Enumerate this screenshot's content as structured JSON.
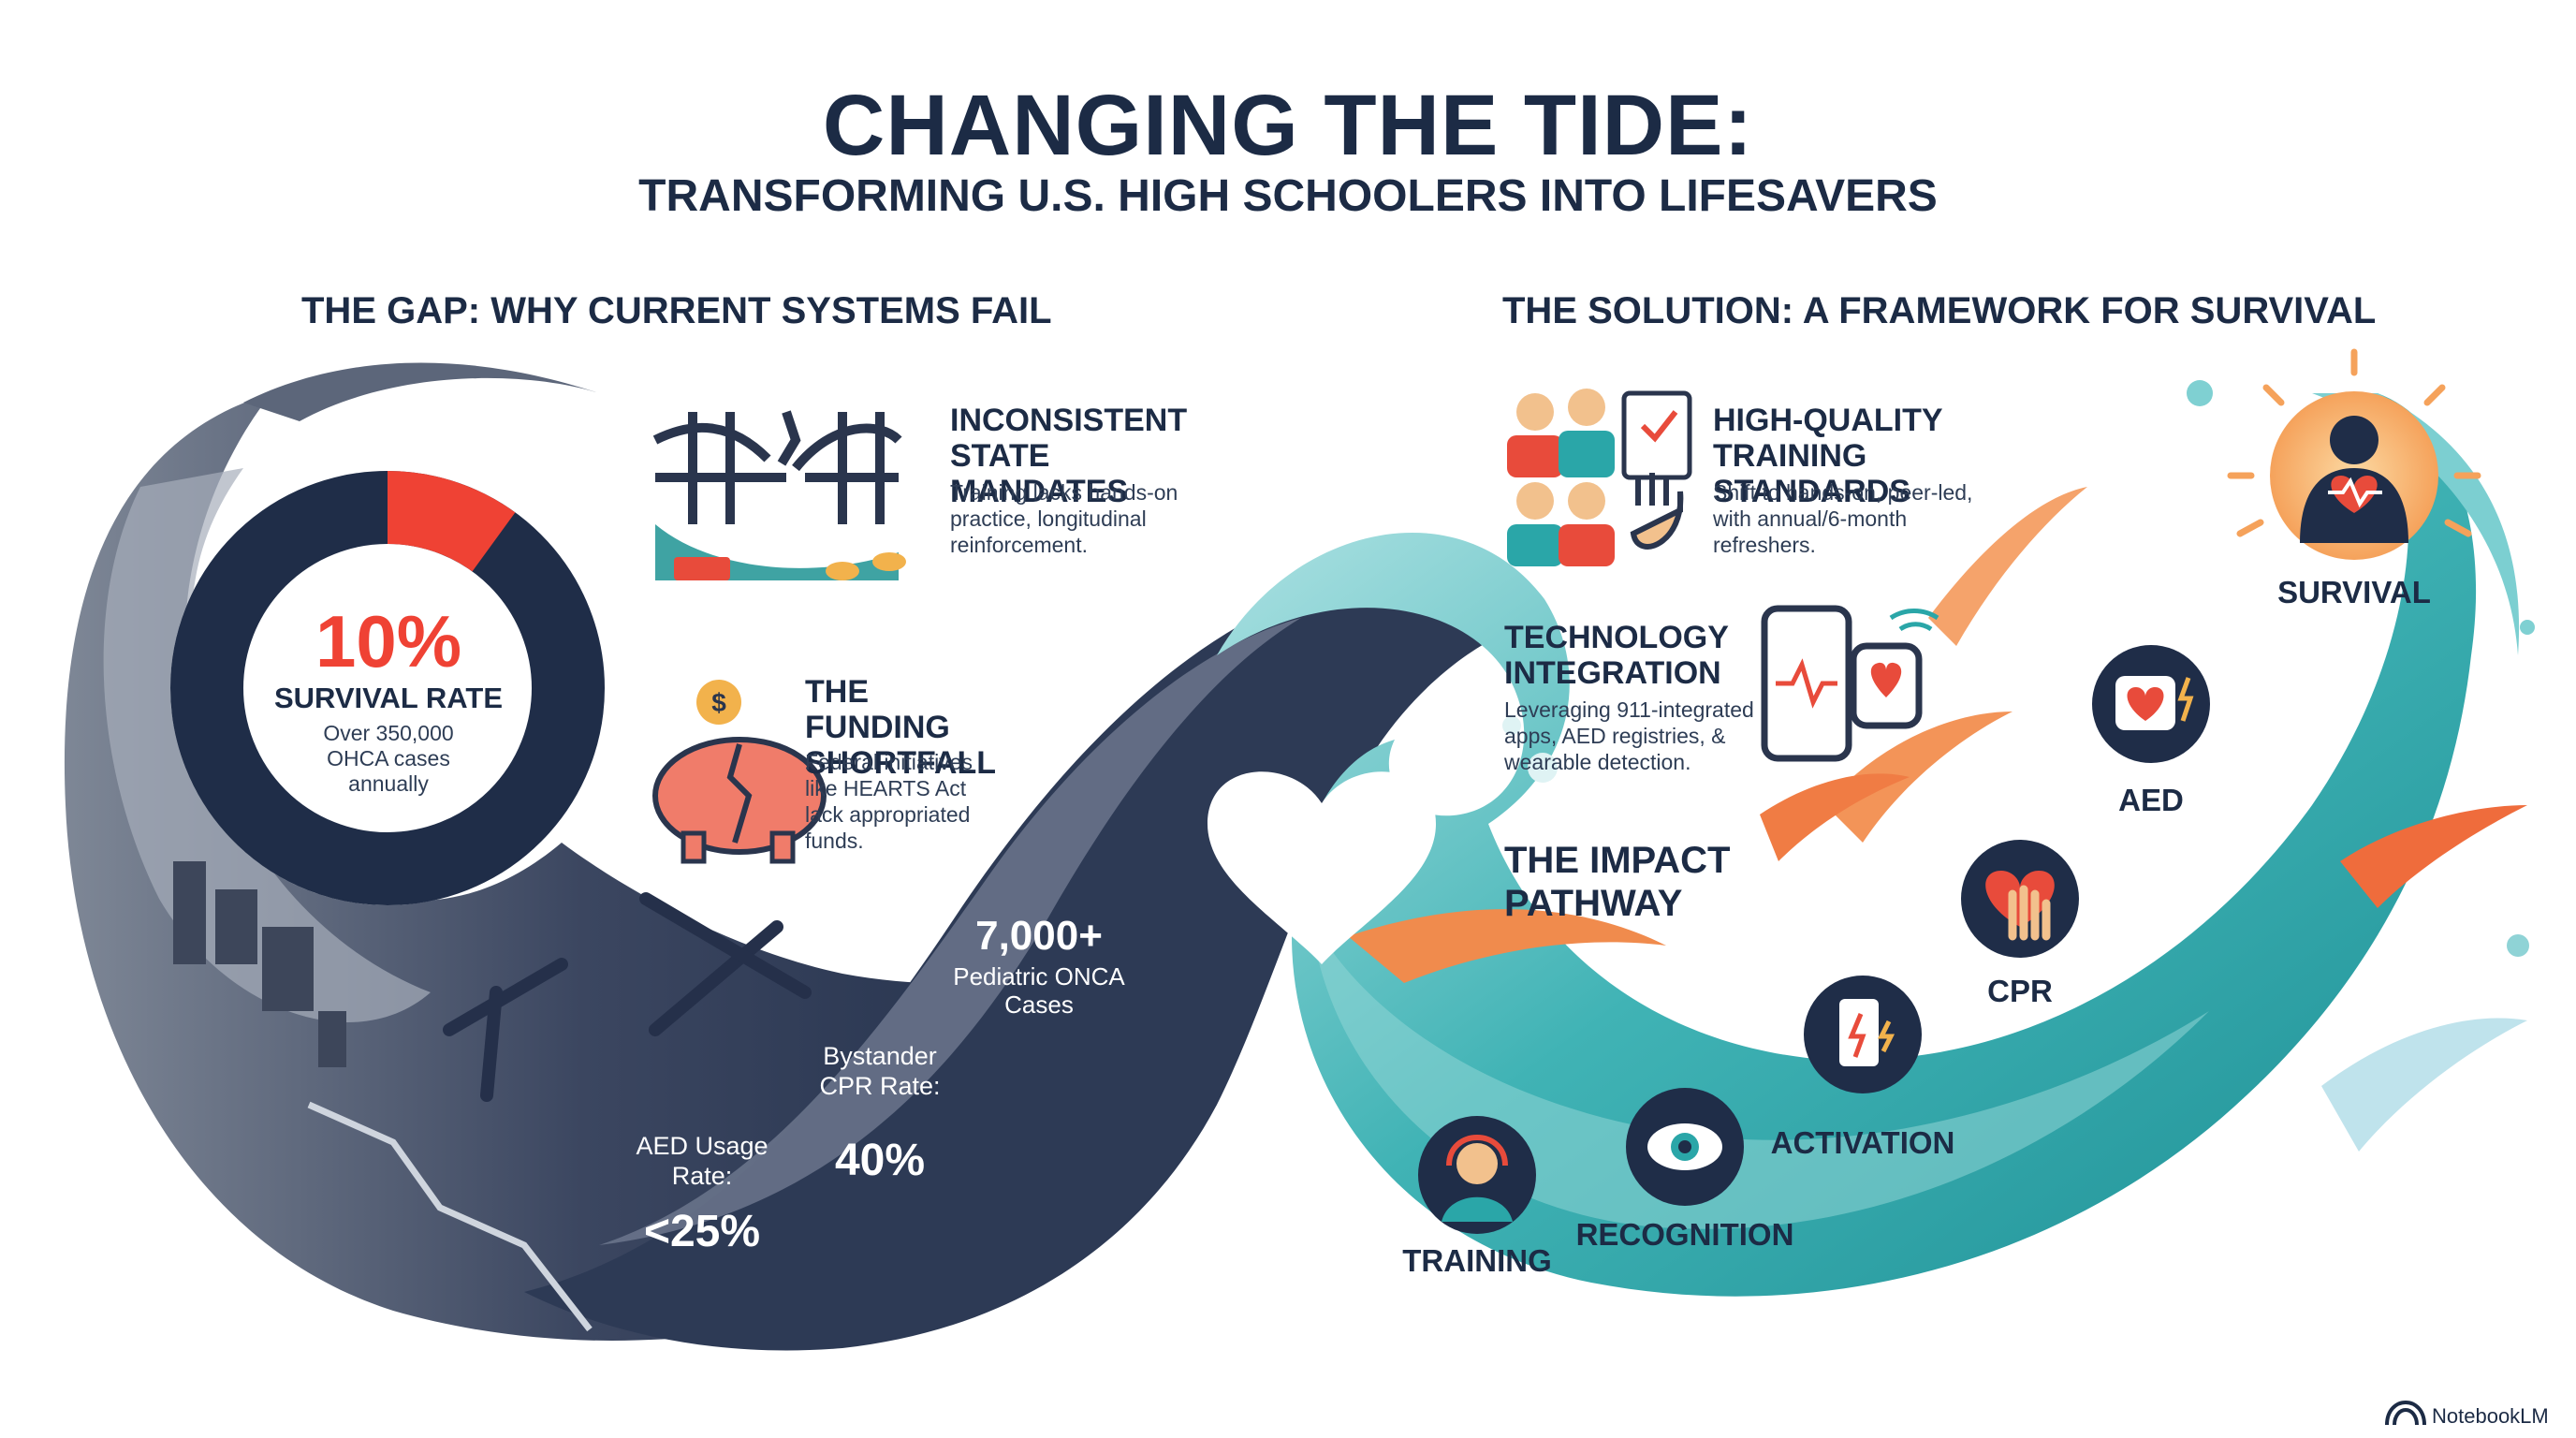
{
  "header": {
    "title": "CHANGING THE TIDE:",
    "subtitle": "TRANSFORMING U.S. HIGH SCHOOLERS INTO LIFESAVERS"
  },
  "gap": {
    "heading": "THE GAP: WHY CURRENT SYSTEMS FAIL",
    "donut": {
      "value": "10%",
      "label": "SURVIVAL RATE",
      "note": "Over 350,000 OHCA cases annually",
      "fraction": 0.1,
      "colors": {
        "highlight": "#ef4234",
        "base": "#1f2d48"
      }
    },
    "mandates": {
      "title": "INCONSISTENT STATE MANDATES",
      "body": "Training lacks hands-on practice, longitudinal reinforcement.",
      "icon": "broken-bridge-icon"
    },
    "funding": {
      "title": "THE FUNDING SHORTFALL",
      "body": "Federal initiatives like HEARTS Act lack appropriated funds.",
      "icon": "broken-piggy-bank-icon"
    },
    "stats": {
      "pediatric_value": "7,000+",
      "pediatric_label": "Pediatric ONCA Cases",
      "bystander_label": "Bystander CPR Rate:",
      "bystander_value": "40%",
      "aed_label": "AED Usage Rate:",
      "aed_value": "<25%"
    }
  },
  "solution": {
    "heading": "THE SOLUTION: A FRAMEWORK FOR SURVIVAL",
    "training": {
      "title": "HIGH-QUALITY TRAINING STANDARDS",
      "body": "Shift to hands-on, peer-led, with annual/6-month refreshers.",
      "icon": "group-training-icon"
    },
    "technology": {
      "title": "TECHNOLOGY INTEGRATION",
      "body": "Leveraging 911-integrated apps, AED registries, & wearable detection.",
      "icon": "phone-watch-icon"
    },
    "pathway": {
      "title": "THE IMPACT PATHWAY",
      "steps": [
        "TRAINING",
        "RECOGNITION",
        "ACTIVATION",
        "CPR",
        "AED",
        "SURVIVAL"
      ]
    }
  },
  "colors": {
    "navy": "#1c2b45",
    "red": "#ef4234",
    "teal": "#2aa6a8",
    "orange": "#f0743c",
    "gray": "#8a93a3"
  },
  "footer": {
    "brand": "NotebookLM"
  }
}
